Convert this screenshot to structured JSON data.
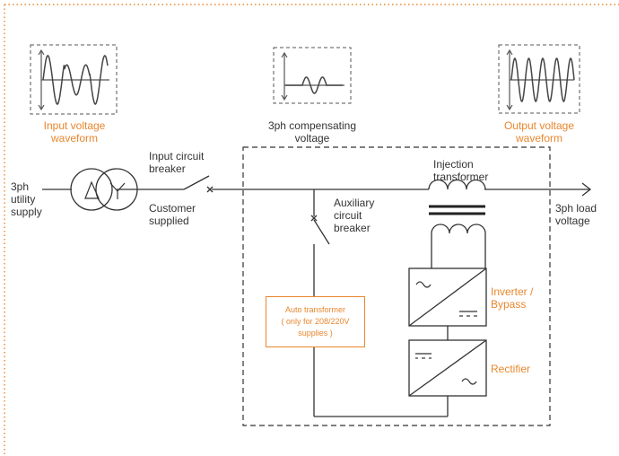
{
  "colors": {
    "accent": "#e8872e",
    "line": "#333333",
    "waveform": "#555555"
  },
  "waveforms": {
    "input": {
      "label": "Input voltage waveform",
      "line1": "Input voltage",
      "line2": "waveform",
      "highlight": true
    },
    "compensating": {
      "label": "3ph compensating voltage",
      "line1": "3ph compensating",
      "line2": "voltage",
      "highlight": false
    },
    "output": {
      "label": "Output voltage waveform",
      "line1": "Output voltage",
      "line2": "waveform",
      "highlight": true
    }
  },
  "labels": {
    "utility_supply": [
      "3ph",
      "utility",
      "supply"
    ],
    "input_breaker": [
      "Input circuit",
      "breaker"
    ],
    "customer_supplied": [
      "Customer",
      "supplied"
    ],
    "injection_transformer": [
      "Injection",
      "transformer"
    ],
    "auxiliary_breaker": [
      "Auxiliary",
      "circuit",
      "breaker"
    ],
    "load_voltage": [
      "3ph load",
      "voltage"
    ],
    "inverter_bypass": [
      "Inverter /",
      "Bypass"
    ],
    "rectifier": "Rectifier",
    "auto_transformer": "Auto transformer\n( only for 208/220V\nsupplies )"
  },
  "icons": [
    "delta-winding-icon",
    "wye-winding-icon",
    "ac-sine-icon",
    "dc-icon",
    "breaker-x-icon",
    "arrow-right-icon"
  ]
}
